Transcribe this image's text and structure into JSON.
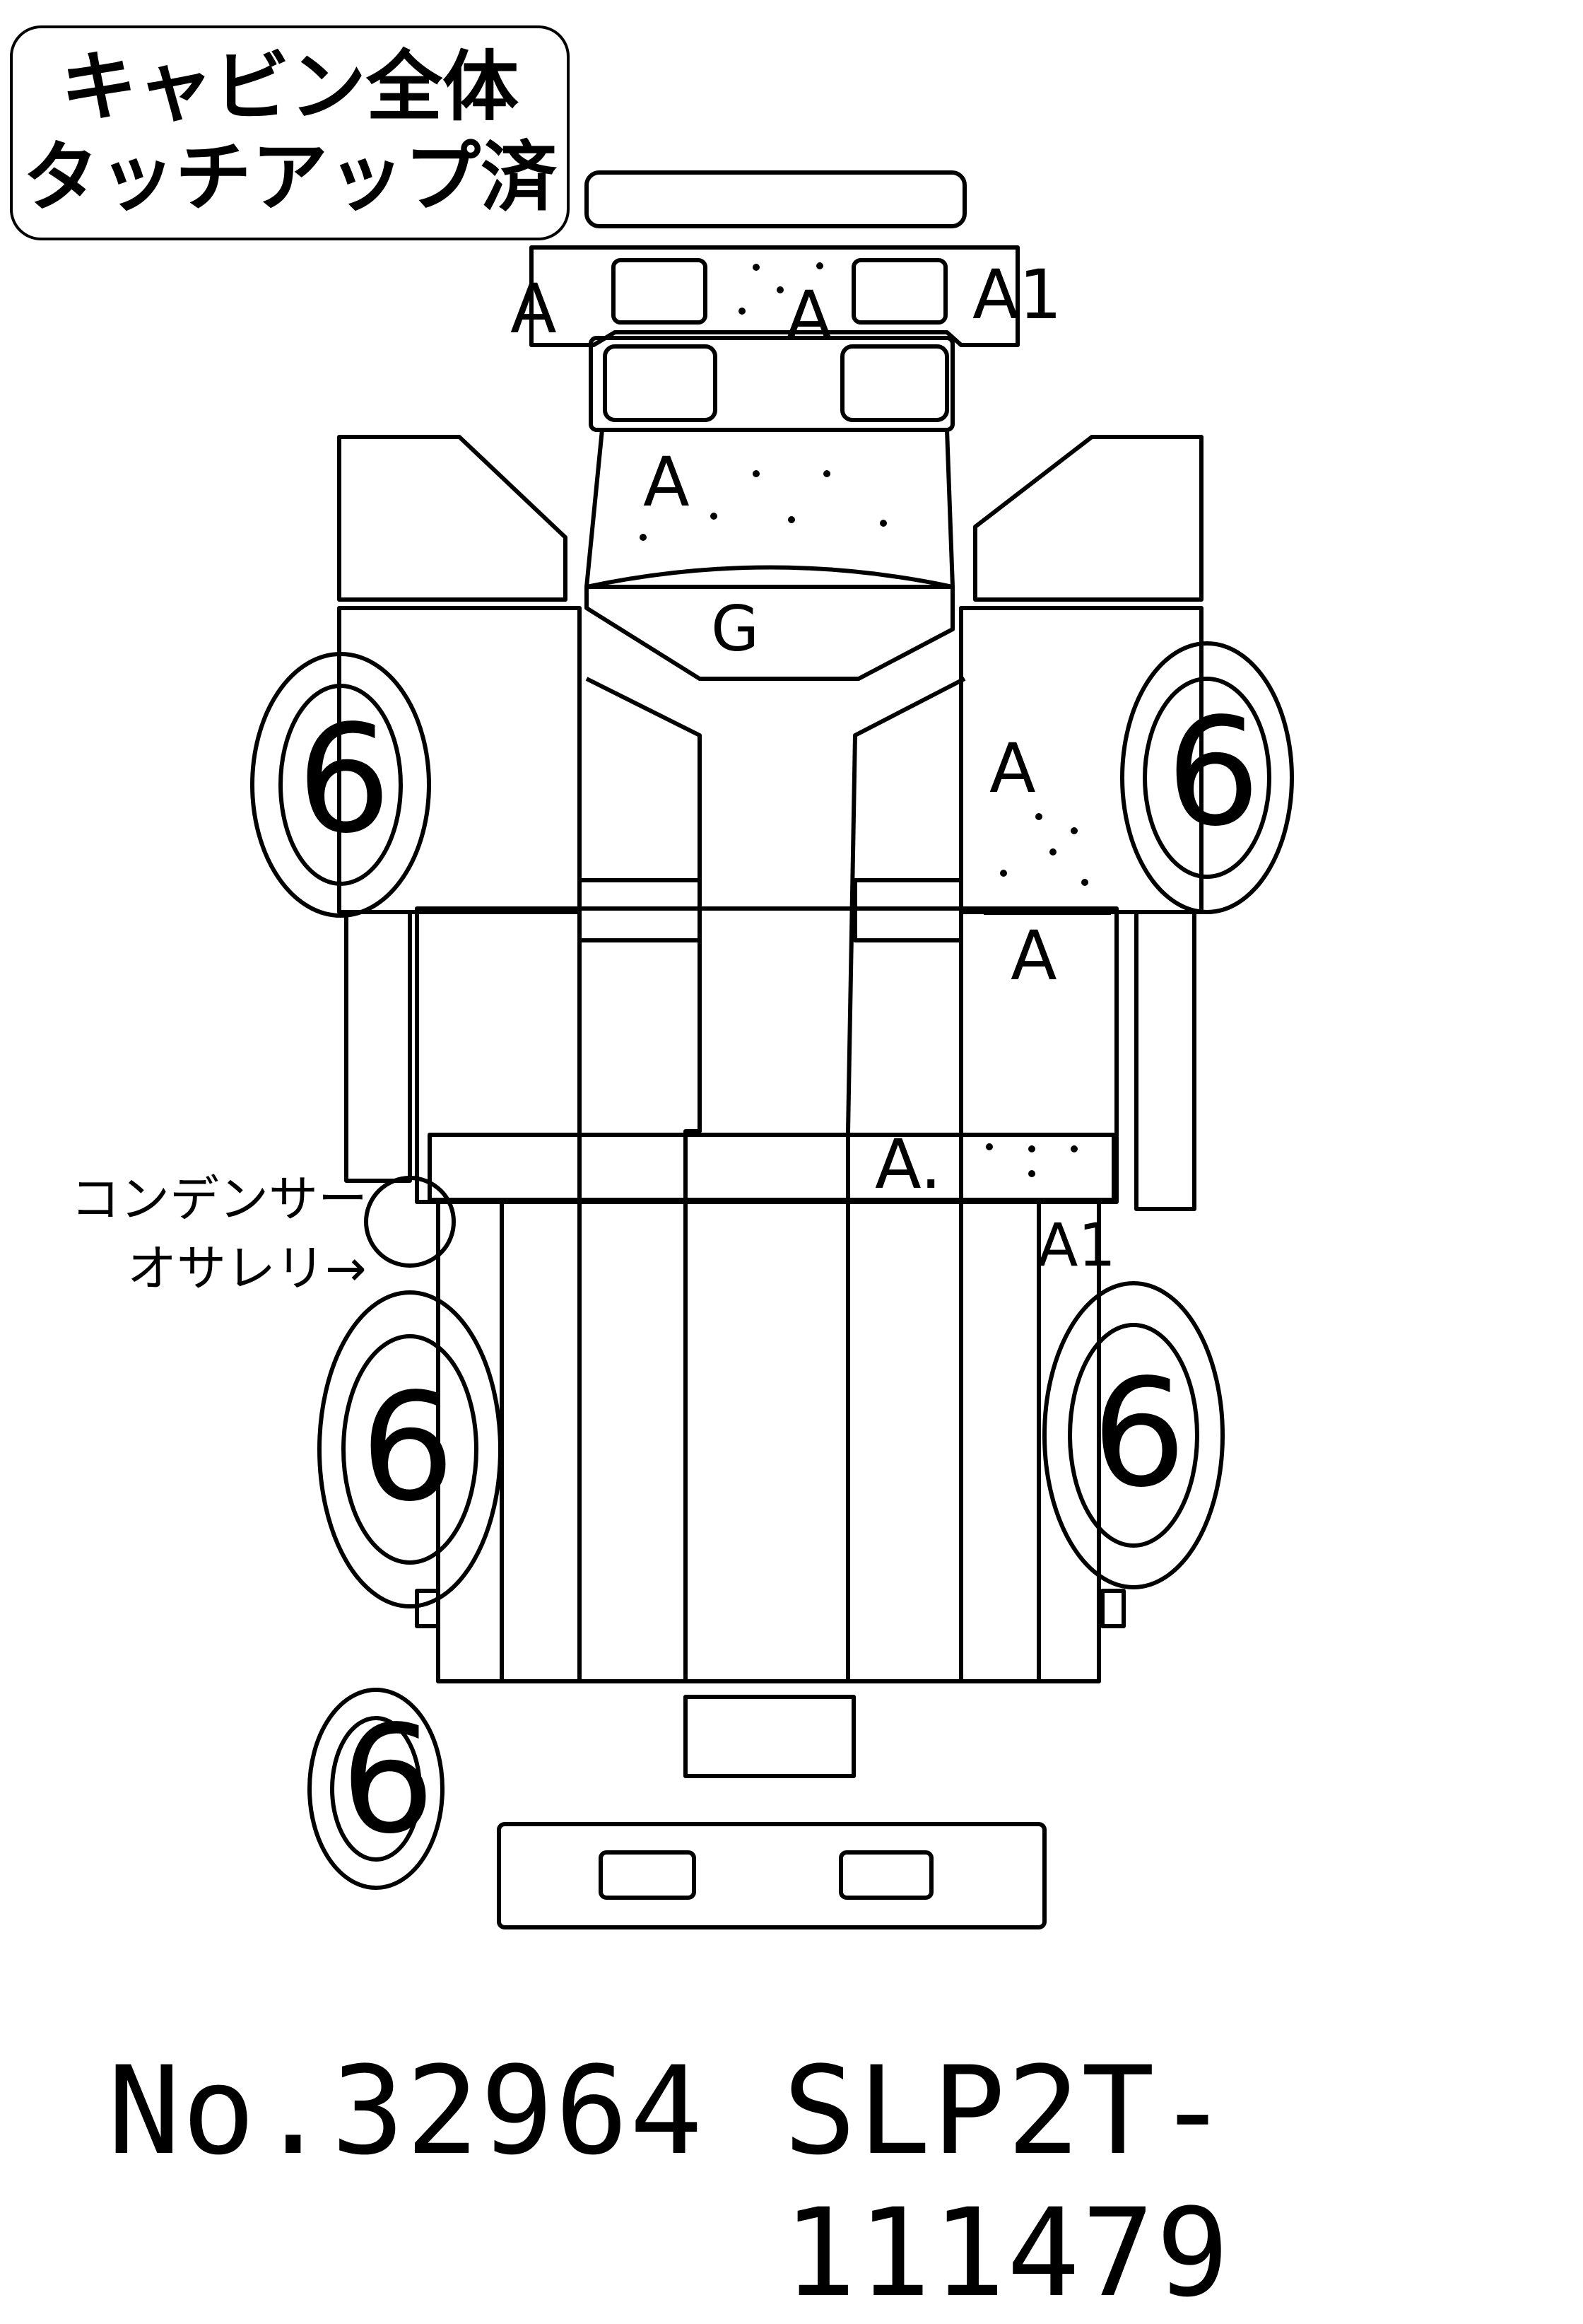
{
  "note_box": {
    "line1": "キャビン全体",
    "line2": "タッチアップ済"
  },
  "damage_marks": {
    "front_bumper_left": "A",
    "front_bumper_center": "A",
    "front_bumper_right": "A1",
    "hood": "A",
    "windshield": "G",
    "right_cab_door": "A",
    "right_cab_lower": "A",
    "right_step": "A.",
    "right_rear_fender": "A1"
  },
  "tire_marks": {
    "front_left": "6",
    "front_right": "6",
    "rear_left": "6",
    "rear_right": "6",
    "spare": "6"
  },
  "condenser_note": {
    "line1": "コンデンサー",
    "line2": "オサレリ→"
  },
  "footer": {
    "stock_no": "No.32964",
    "chassis_no": "SLP2T-111479"
  }
}
